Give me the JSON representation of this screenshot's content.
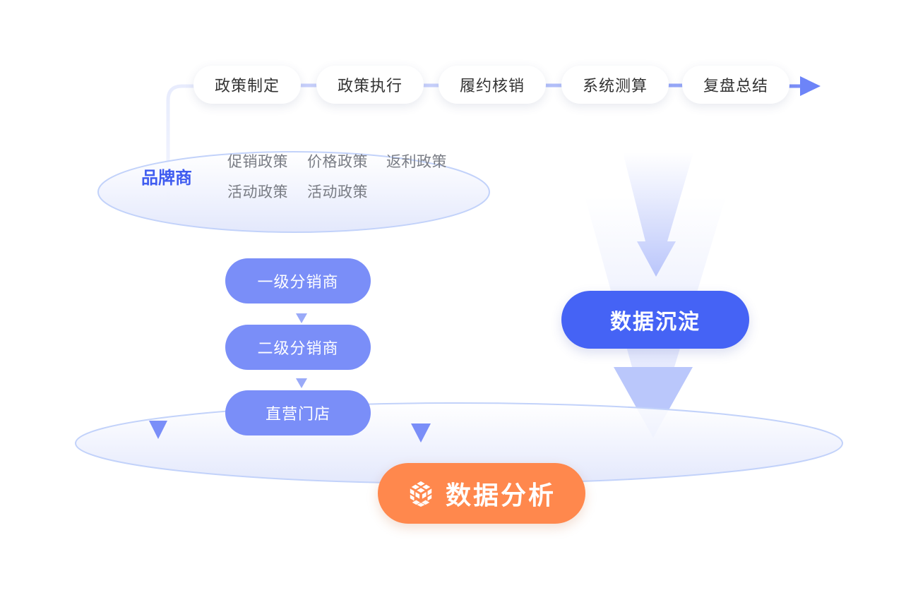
{
  "process_flow": {
    "steps": [
      {
        "label": "政策制定"
      },
      {
        "label": "政策执行"
      },
      {
        "label": "履约核销"
      },
      {
        "label": "系统测算"
      },
      {
        "label": "复盘总结"
      }
    ]
  },
  "brand": {
    "label": "品牌商",
    "policies": [
      "促销政策",
      "价格政策",
      "返利政策",
      "活动政策",
      "活动政策"
    ]
  },
  "distribution": {
    "levels": [
      {
        "label": "一级分销商"
      },
      {
        "label": "二级分销商"
      },
      {
        "label": "直营门店"
      }
    ]
  },
  "data_deposit": {
    "label": "数据沉淀"
  },
  "data_analysis": {
    "label": "数据分析",
    "icon": "cube-icon"
  },
  "colors": {
    "primary": "#4563f5",
    "brand_text": "#3f5cf0",
    "distributor": "#7a8ef8",
    "arrow": "#7a8ef8",
    "analysis": "#ff884d",
    "step_text": "#333333",
    "policy_text": "#7a7d85"
  }
}
